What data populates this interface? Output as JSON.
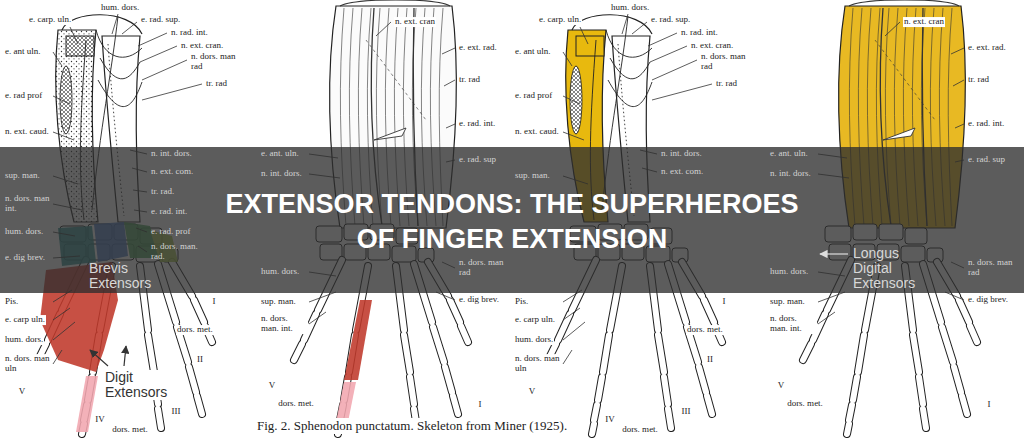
{
  "diagram": {
    "title": "EXTENSOR TENDONS: THE SUPERHEROES OF FINGER EXTENSION",
    "caption": "Fig. 2. Sphenodon punctatum. Skeleton from Miner (1925).",
    "labels": [
      "hum. dors.",
      "e. carp. uln.",
      "e. rad. sup.",
      "n. rad. int.",
      "n. ext. cran.",
      "n. dors. man rad",
      "tr. rad",
      "e. ant uln.",
      "e. rad prof",
      "n. ext. caud.",
      "sup. man.",
      "n. dors. man int.",
      "hum. dors.",
      "e. dig brev.",
      "Pis.",
      "e. carp uln.",
      "hum. dors.",
      "n. dors. man uln",
      "n. int. dors.",
      "n. ext. com.",
      "tr. rad.",
      "e. rad. int.",
      "e. rad. prof",
      "n. dors. man. rad.",
      "I",
      "dors. met.",
      "II",
      "III",
      "IV",
      "V",
      "dors. met.",
      "n. ext. cran",
      "e. ext. rad.",
      "tr. rad",
      "e. rad. int.",
      "e. rad. sup",
      "n. dors. man rad",
      "e. dig brev.",
      "e. ant. uln.",
      "n. int. dors.",
      "hum. dors.",
      "sup. man.",
      "n. dors. man. int.",
      "V",
      "dors. met.",
      "I",
      "hum. dors.",
      "e. carp. uln.",
      "e. rad. sup.",
      "n. rad. int.",
      "n. ext. cran.",
      "n. dors. man rad",
      "tr. rad",
      "e. ant uln.",
      "e. rad prof",
      "n. ext. caud.",
      "sup. man.",
      "Pis.",
      "e. carp uln.",
      "hum. dors.",
      "n. dors. man uln",
      "n. int. dors.",
      "n. ext. com.",
      "I",
      "dors. met.",
      "II",
      "III",
      "IV",
      "V",
      "dors. met.",
      "n. ext. cran",
      "e. ext. rad.",
      "tr. rad",
      "e. rad. int.",
      "e. rad. sup",
      "n. dors. man rad",
      "e. dig brev.",
      "e. ant. uln.",
      "n. int. dors.",
      "hum. dors.",
      "sup. man.",
      "n. dors. man. int.",
      "V",
      "dors. met.",
      "I",
      "Brevis Extensors",
      "Digit Extensors",
      "Longus Digital Extensors"
    ]
  }
}
